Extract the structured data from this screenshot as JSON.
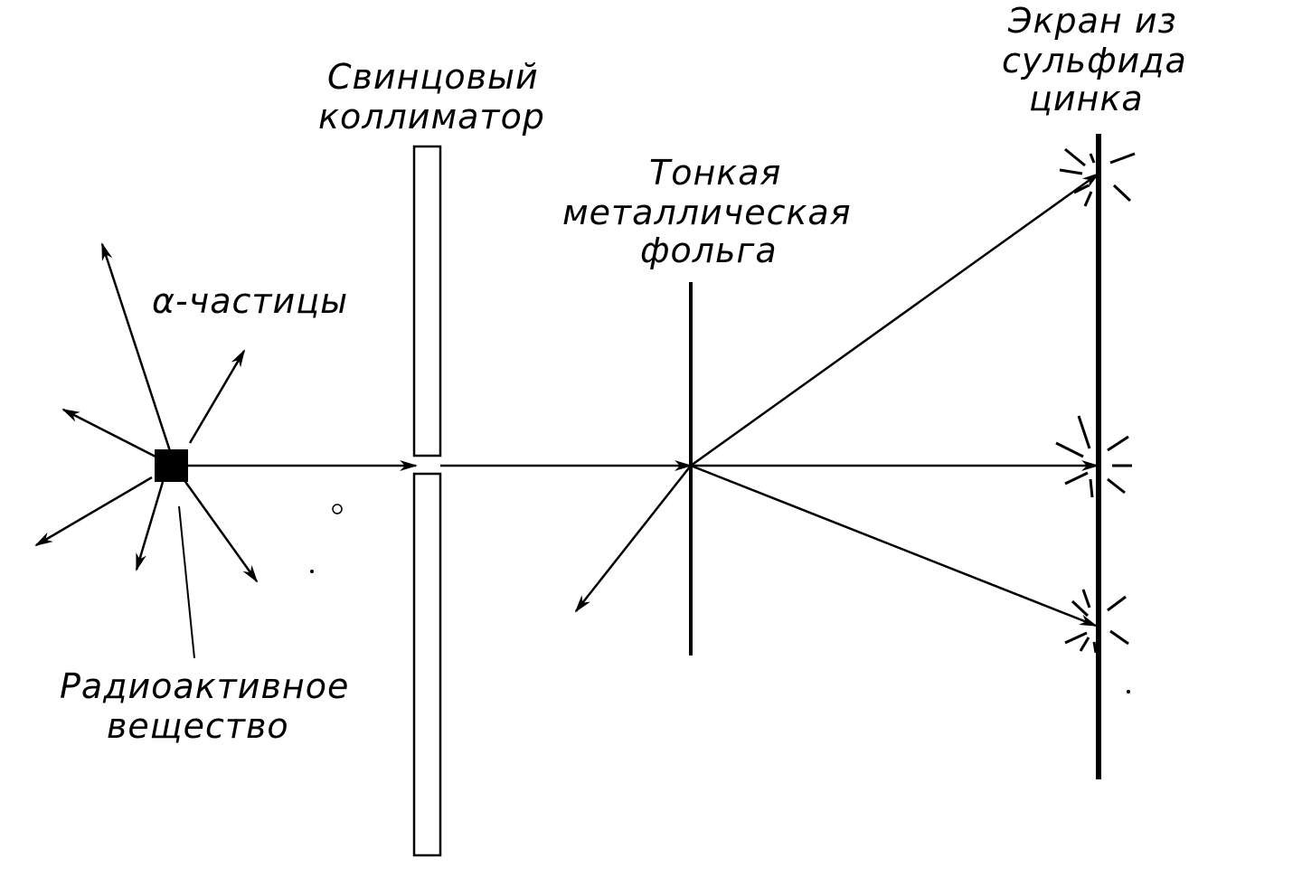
{
  "labels": {
    "collimator_line1": "Свинцовый",
    "collimator_line2": "коллиматор",
    "foil_line1": "Тонкая",
    "foil_line2": "металлическая",
    "foil_line3": "фольга",
    "screen_line1": "Экран из",
    "screen_line2": "сульфида",
    "screen_line3": "цинка",
    "alpha_particles": "α-частицы",
    "source_line1": "Радиоактивное",
    "source_line2": "вещество"
  },
  "colors": {
    "ink": "#000000",
    "paper": "#ffffff"
  }
}
